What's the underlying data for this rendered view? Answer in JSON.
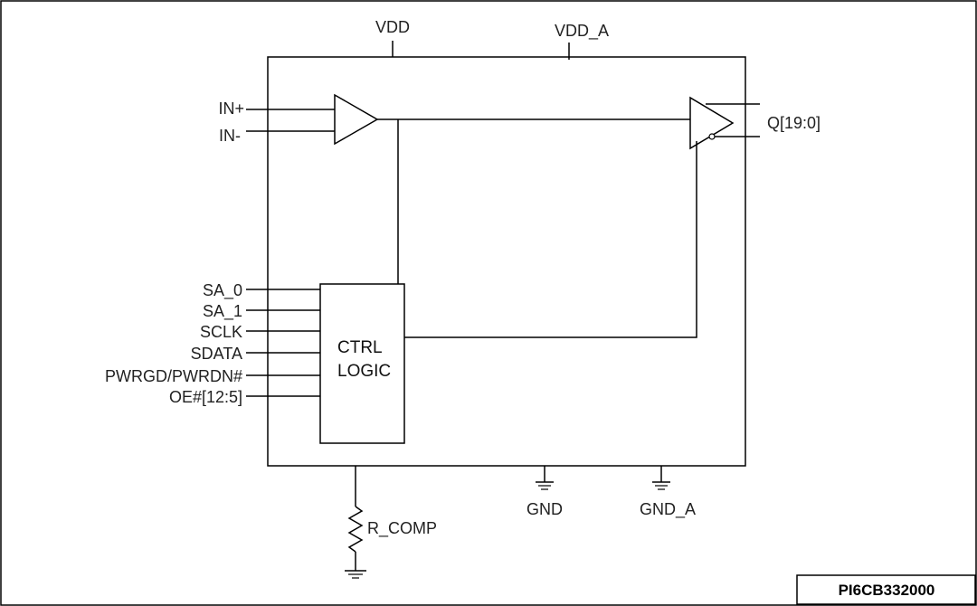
{
  "supplies": {
    "vdd": "VDD",
    "vdd_a": "VDD_A"
  },
  "grounds": {
    "gnd": "GND",
    "gnd_a": "GND_A"
  },
  "inputs": {
    "in_plus": "IN+",
    "in_minus": "IN-"
  },
  "output": {
    "label": "Q[19:0]"
  },
  "control_pins": [
    "SA_0",
    "SA_1",
    "SCLK",
    "SDATA",
    "PWRGD/PWRDN#",
    "OE#[12:5]"
  ],
  "ctrl_block": {
    "line1": "CTRL",
    "line2": "LOGIC"
  },
  "resistor": {
    "label": "R_COMP"
  },
  "part_number": "PI6CB332000"
}
